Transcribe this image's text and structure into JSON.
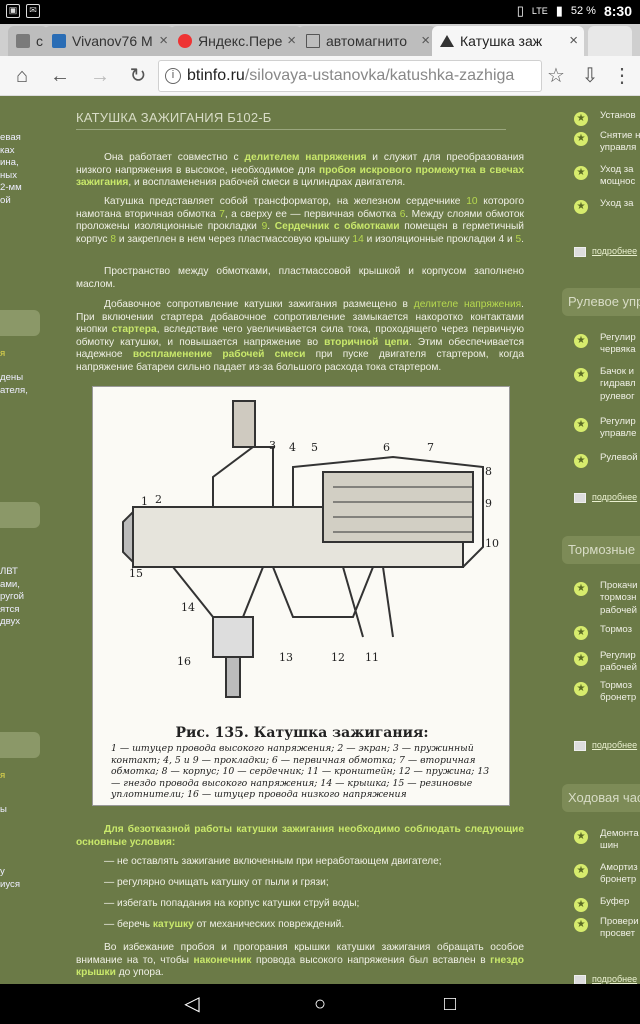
{
  "statusbar": {
    "time": "8:30",
    "battery": "52 %",
    "signal": "LTE"
  },
  "tabs": [
    {
      "label": "c"
    },
    {
      "label": "Vivanov76 M"
    },
    {
      "label": "Яндекс.Пере"
    },
    {
      "label": "автомагнито"
    },
    {
      "label": "Катушка заж"
    }
  ],
  "toolbar": {
    "url_domain": "btinfo.ru",
    "url_path": "/silovaya-ustanovka/katushka-zazhiga"
  },
  "article": {
    "title": "КАТУШКА ЗАЖИГАНИЯ Б102-Б",
    "p1": [
      "Она работает совместно с ",
      "делителем напряжения",
      " и служит для преобразования низкого напряжения в высокое, необходимое для ",
      "пробоя искрового промежутка в свечах зажигания",
      ", и воспламенения рабочей смеси в цилиндрах двигателя."
    ],
    "p2": [
      "Катушка представляет собой трансформатор, на железном сердечнике ",
      "10",
      " которого намотана вторичная обмотка ",
      "7",
      ", а сверху ее — первичная обмотка ",
      "6",
      ". Между слоями обмоток проложены изоляционные прокладки ",
      "9",
      ". ",
      "Сердечник с обмотками",
      " помещен в герметичный корпус ",
      "8",
      " и закреплен в нем через пластмассовую крышку ",
      "14",
      " и изоляционные прокладки 4 и ",
      "5",
      "."
    ],
    "p3": "Пространство между обмотками, пластмассовой крышкой и корпусом заполнено маслом.",
    "p4": [
      "Добавочное сопротивление катушки зажигания размещено в ",
      "делителе напряжения",
      ". При включении стартера добавочное сопротивление замыкается накоротко контактами кнопки ",
      "стартера",
      ", вследствие чего увеличивается сила тока, проходящего через первичную обмотку катушки, и повышается напряжение во ",
      "вторичной цепи",
      ". Этим обеспечивается надежное ",
      "воспламенение рабочей смеси",
      " при пуске двигателя стартером, когда напряжение батареи сильно падает из-за большого расхода тока стартером."
    ],
    "figure_title": "Рис. 135. Катушка зажигания:",
    "figure_caption": "1 — штуцер провода высокого напряжения; 2 — экран; 3 — пружинный контакт; 4, 5 и 9 — прокладки; 6 — первичная обмотка; 7 — вторичная обмотка; 8 — корпус; 10 — сердечник; 11 — кронштейн; 12 — пружина; 13 — гнездо провода высокого напряжения; 14 — крышка; 15 — резиновые уплотнители; 16 — штуцер провода низкого напряжения",
    "figure_labels": [
      "1",
      "2",
      "3",
      "4",
      "5",
      "6",
      "7",
      "8",
      "9",
      "10",
      "11",
      "12",
      "13",
      "14",
      "15",
      "16"
    ],
    "conditions_intro": "Для безотказной работы катушки зажигания необходимо соблюдать следующие основные условия:",
    "conditions": [
      [
        "— не оставлять зажигание включенным при неработающем двигателе;"
      ],
      [
        "— регулярно очищать катушку от пыли и грязи;"
      ],
      [
        "— избегать попадания на корпус катушки струй воды;"
      ],
      [
        "— беречь ",
        "катушку",
        " от механических повреждений."
      ]
    ],
    "p5": [
      "Во избежание пробоя и прогорания крышки катушки зажигания обращать особое внимание на то, чтобы ",
      "наконечник",
      " провода высокого напряжения был вставлен в ",
      "гнездо крышки",
      " до упора."
    ]
  },
  "leftcol": {
    "lines_a": [
      "евая",
      "ках",
      "ина,",
      "ных",
      "2-мм",
      "ой"
    ],
    "hl1": "я",
    "lines_b": [
      "дены",
      "ателя,"
    ],
    "lines_c": [
      "ЛВТ",
      "ами,",
      "ругой",
      "ятся",
      "двух"
    ],
    "hl2": "я",
    "lines_d": [
      "ы"
    ],
    "lines_e": [
      "у",
      "иуся"
    ]
  },
  "rightcol": {
    "group1": [
      "Установ",
      "Снятие н управля",
      "Уход за мощнос",
      "Уход за"
    ],
    "more": "подробнее",
    "section2": "Рулевое упр",
    "group2": [
      "Регулир червяка",
      "Бачок и гидравл рулевог",
      "Регулир управле",
      "Рулевой"
    ],
    "section3": "Тормозные",
    "group3": [
      "Прокачи тормозн рабочей",
      "Тормоз",
      "Регулир рабочей",
      "Тормоз бронетр"
    ],
    "section4": "Ходовая час",
    "group4": [
      "Демонта шин",
      "Амортиз бронетр",
      "Буфер",
      "Провери просвет"
    ]
  }
}
